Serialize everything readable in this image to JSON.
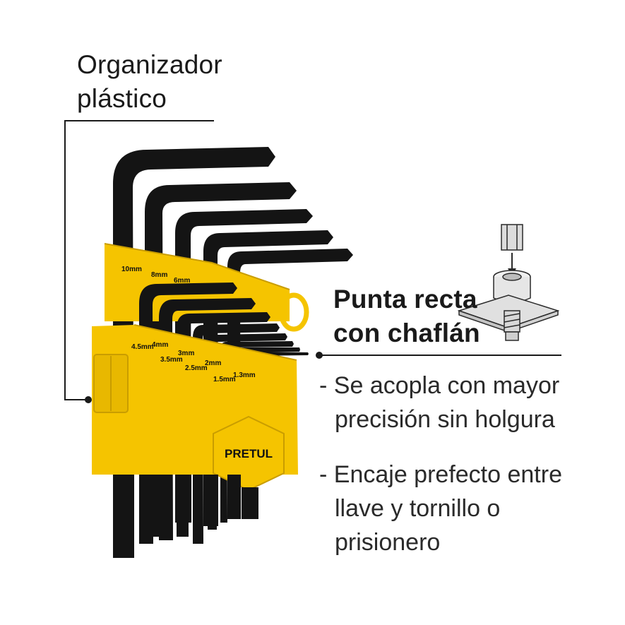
{
  "callouts": {
    "organizer": {
      "line1": "Organizador",
      "line2": "plástico"
    },
    "tip": {
      "line1": "Punta recta",
      "line2": "con chaflán"
    }
  },
  "bullets": [
    {
      "dash": "-",
      "line1": "Se acopla con mayor",
      "line2": "precisión sin holgura",
      "line3": ""
    },
    {
      "dash": "-",
      "line1": "Encaje prefecto entre",
      "line2": "llave y tornillo o",
      "line3": "prisionero"
    }
  ],
  "holder": {
    "brand": "PRETUL",
    "top_sizes": [
      "10mm",
      "8mm",
      "6mm"
    ],
    "bottom_sizes": [
      "4.5mm",
      "4mm",
      "3.5mm",
      "3mm",
      "2.5mm",
      "2mm",
      "1.5mm",
      "1.3mm"
    ]
  },
  "colors": {
    "holder_yellow": "#f5c400",
    "holder_shadow": "#c99d00",
    "wrench_black": "#141414",
    "text": "#1a1a1a"
  },
  "icons": [
    "allen-wrench-set",
    "screw-socket-diagram-icon"
  ]
}
